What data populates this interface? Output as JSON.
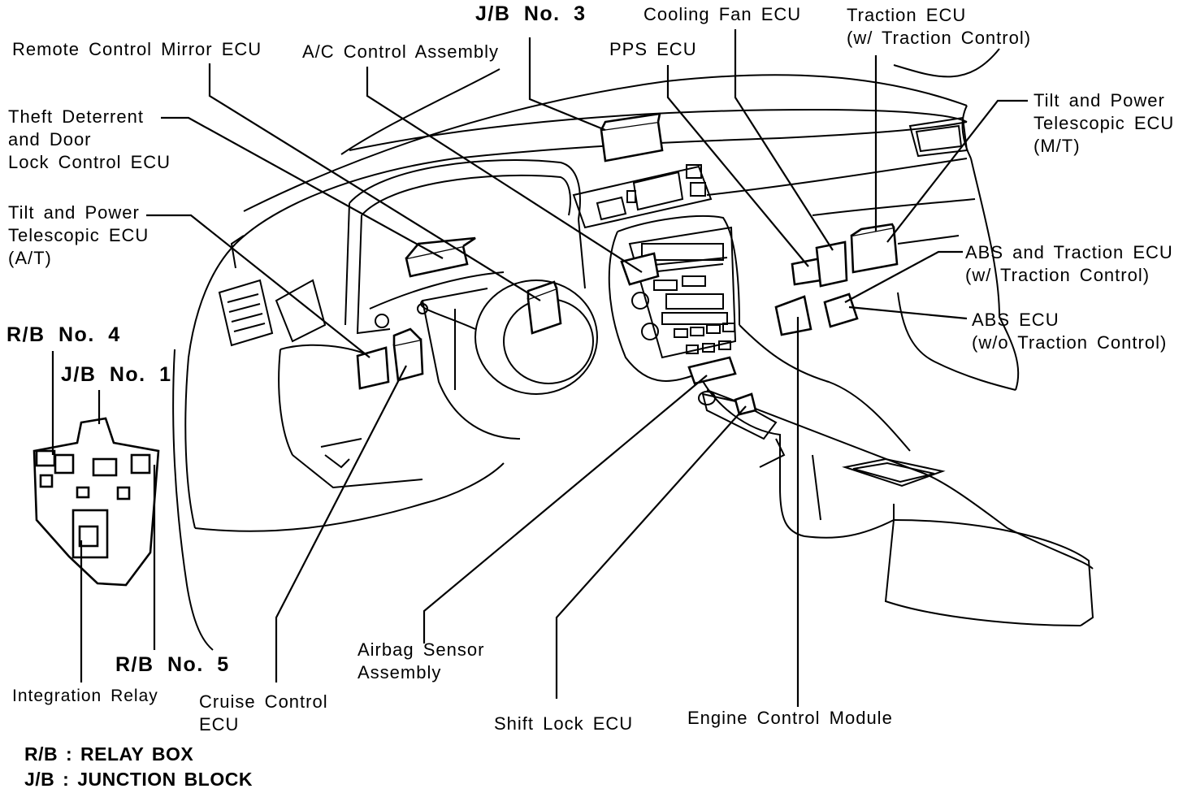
{
  "colors": {
    "ink": "#000000",
    "paper": "#ffffff"
  },
  "labels": {
    "remote_mirror_ecu": [
      "Remote Control Mirror ECU"
    ],
    "ac_control": [
      "A/C Control Assembly"
    ],
    "jb3": [
      "J/B No. 3"
    ],
    "pps_ecu": [
      "PPS ECU"
    ],
    "cooling_fan_ecu": [
      "Cooling Fan ECU"
    ],
    "traction_ecu": [
      "Traction ECU",
      "(w/ Traction Control)"
    ],
    "tilt_mt": [
      "Tilt and Power",
      "Telescopic ECU",
      "(M/T)"
    ],
    "theft_deterrent": [
      "Theft Deterrent",
      "and Door",
      "Lock Control ECU"
    ],
    "tilt_at": [
      "Tilt and Power",
      "Telescopic ECU",
      "(A/T)"
    ],
    "abs_traction": [
      "ABS and Traction ECU",
      "(w/ Traction Control)"
    ],
    "abs_ecu": [
      "ABS ECU",
      "(w/o Traction Control)"
    ],
    "rb4": [
      "R/B No. 4"
    ],
    "jb1": [
      "J/B No. 1"
    ],
    "rb5": [
      "R/B No. 5"
    ],
    "integration_relay": [
      "Integration Relay"
    ],
    "cruise_control": [
      "Cruise Control",
      "ECU"
    ],
    "airbag_sensor": [
      "Airbag Sensor",
      "Assembly"
    ],
    "shift_lock": [
      "Shift Lock ECU"
    ],
    "engine_control": [
      "Engine Control Module"
    ]
  },
  "legend": {
    "rb": "R/B : RELAY BOX",
    "jb": "J/B :  JUNCTION BLOCK"
  }
}
